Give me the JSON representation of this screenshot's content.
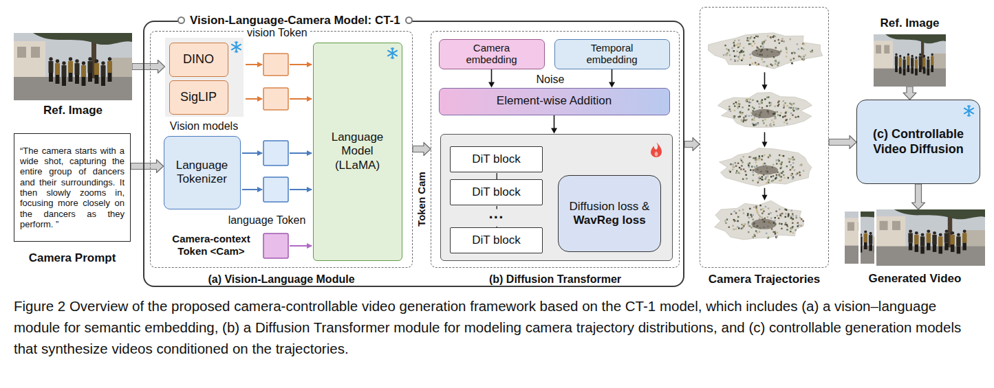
{
  "diagram": {
    "caption": "Figure 2 Overview of the proposed camera-controllable video generation framework based on the CT-1 model, which includes (a) a vision–language module for semantic embedding, (b) a Diffusion Transformer module for modeling camera trajectory distributions, and (c) controllable generation models that synthesize videos conditioned on the trajectories.",
    "nodes": [
      {
        "text": [
          "Ref. Image"
        ]
      },
      {
        "text": [
          "“The camera starts with a wide shot, capturing the entire group of dancers and their surroundings. It then slowly zooms in, focusing more closely on the dancers as they perform. ”",
          "Camera Prompt"
        ]
      },
      {
        "text": [
          "Vision-Language-Camera Model: CT-1"
        ]
      },
      {
        "text": [
          "(a) Vision-Language Module"
        ],
        "in": 2
      },
      {
        "text": [
          "Vision models"
        ],
        "in": 3
      },
      {
        "text": [
          "DINO"
        ],
        "in": 4
      },
      {
        "text": [
          "SigLIP"
        ],
        "in": 4
      },
      {
        "text": [
          "Language Tokenizer"
        ],
        "in": 3
      },
      {
        "text": [
          "Language Model (LLaMA)"
        ],
        "in": 3
      },
      {
        "text": [
          "(b) Diffusion Transformer"
        ],
        "in": 2
      },
      {
        "text": [
          "Camera embedding"
        ],
        "in": 9
      },
      {
        "text": [
          "Temporal embedding"
        ],
        "in": 9
      },
      {
        "text": [
          "Element-wise Addition"
        ],
        "in": 9
      },
      {
        "text": [
          "···"
        ],
        "in": 9
      },
      {
        "text": [
          "DiT block"
        ],
        "in": 13
      },
      {
        "text": [
          "DiT block"
        ],
        "in": 13
      },
      {
        "text": [
          "DiT block"
        ],
        "in": 13
      },
      {
        "text": [
          "Diffusion loss &",
          "WavReg loss"
        ],
        "in": 13
      },
      {
        "text": [
          "Camera Trajectories"
        ]
      },
      {
        "text": [
          "Ref. Image"
        ]
      },
      {
        "text": [
          "(c) Controllable Video Diffusion"
        ]
      },
      {
        "text": [
          "Generated Video"
        ]
      }
    ],
    "edges": [
      {
        "from": 0,
        "to": 4,
        "arrow": "to"
      },
      {
        "from": 1,
        "to": 7,
        "arrow": "to"
      },
      {
        "from": 3,
        "to": 9,
        "arrow": "to"
      },
      {
        "from": 10,
        "to": 12,
        "arrow": "to"
      },
      {
        "from": 11,
        "to": 12,
        "arrow": "to"
      },
      {
        "from": 12,
        "to": 13,
        "arrow": "to"
      },
      {
        "from": 2,
        "to": 18,
        "arrow": "to"
      },
      {
        "from": 18,
        "to": 20,
        "arrow": "to"
      },
      {
        "from": 19,
        "to": 20,
        "arrow": "to"
      },
      {
        "from": 20,
        "to": 21,
        "arrow": "to"
      }
    ],
    "labels": [
      "vision Token",
      "language Token",
      "Camera-context Token <Cam>",
      "Token Cam",
      "Noise"
    ]
  }
}
